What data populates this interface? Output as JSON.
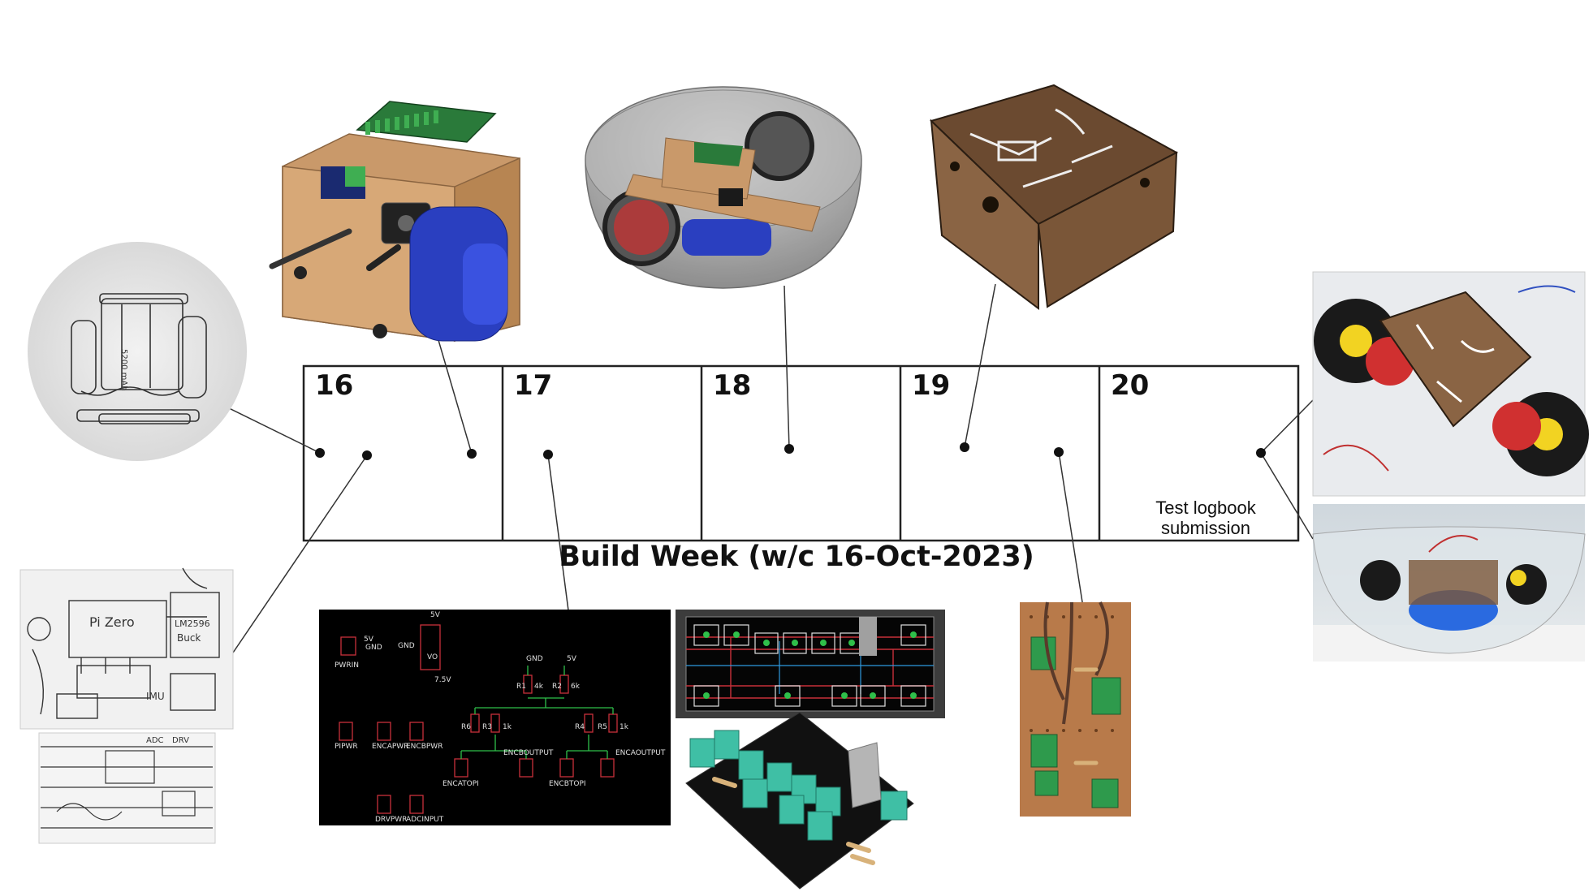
{
  "timeline": {
    "title": "Build Week (w/c 16-Oct-2023)",
    "days": [
      {
        "label": "16"
      },
      {
        "label": "17"
      },
      {
        "label": "18"
      },
      {
        "label": "19"
      },
      {
        "label": "20",
        "note_line1": "Test logbook",
        "note_line2": "submission"
      }
    ]
  },
  "schematic": {
    "labels": [
      "PWRIN",
      "5V",
      "GND",
      "VO",
      "7.5V",
      "R1",
      "R2",
      "4k",
      "6k",
      "R6",
      "R3",
      "R4",
      "R5",
      "1k",
      "PIPWR",
      "ENCAPWR",
      "ENCBPWR",
      "ENCBOUTPUT",
      "ENCAOUTPUT",
      "ENCATOPI",
      "ENCBTOPI",
      "DRVPWR",
      "ADCINPUT"
    ]
  },
  "sketch": {
    "labels": [
      "Pi Zero",
      "Buck",
      "IMU",
      "LM2596",
      "DRV",
      "ADC"
    ]
  },
  "colors": {
    "wood": "#c9996a",
    "pcb_green": "#2a7a3a",
    "battery_blue": "#2a3fc0",
    "wheel_red": "#d03030",
    "terminal_teal": "#3fbfa5"
  }
}
